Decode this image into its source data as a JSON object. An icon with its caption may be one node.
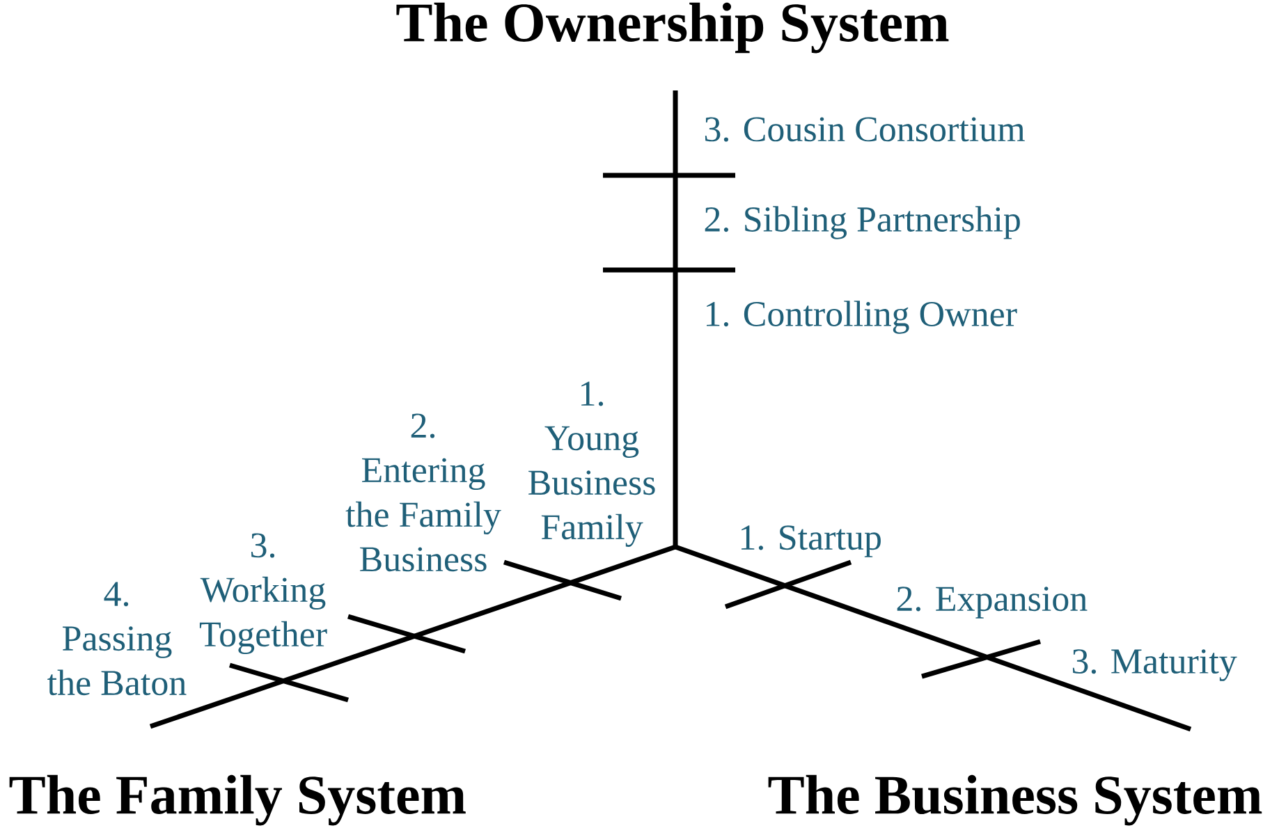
{
  "diagram": {
    "labels": [
      "The Ownership System",
      "3. Cousin Consortium",
      "2. Sibling Partnership",
      "1. Controlling Owner",
      "1. Young Business Family",
      "2. Entering the Family Business",
      "3. Working Together",
      "4. Passing the Baton",
      "1. Startup",
      "2. Expansion",
      "3. Maturity",
      "The Family System",
      "The Business System"
    ]
  }
}
